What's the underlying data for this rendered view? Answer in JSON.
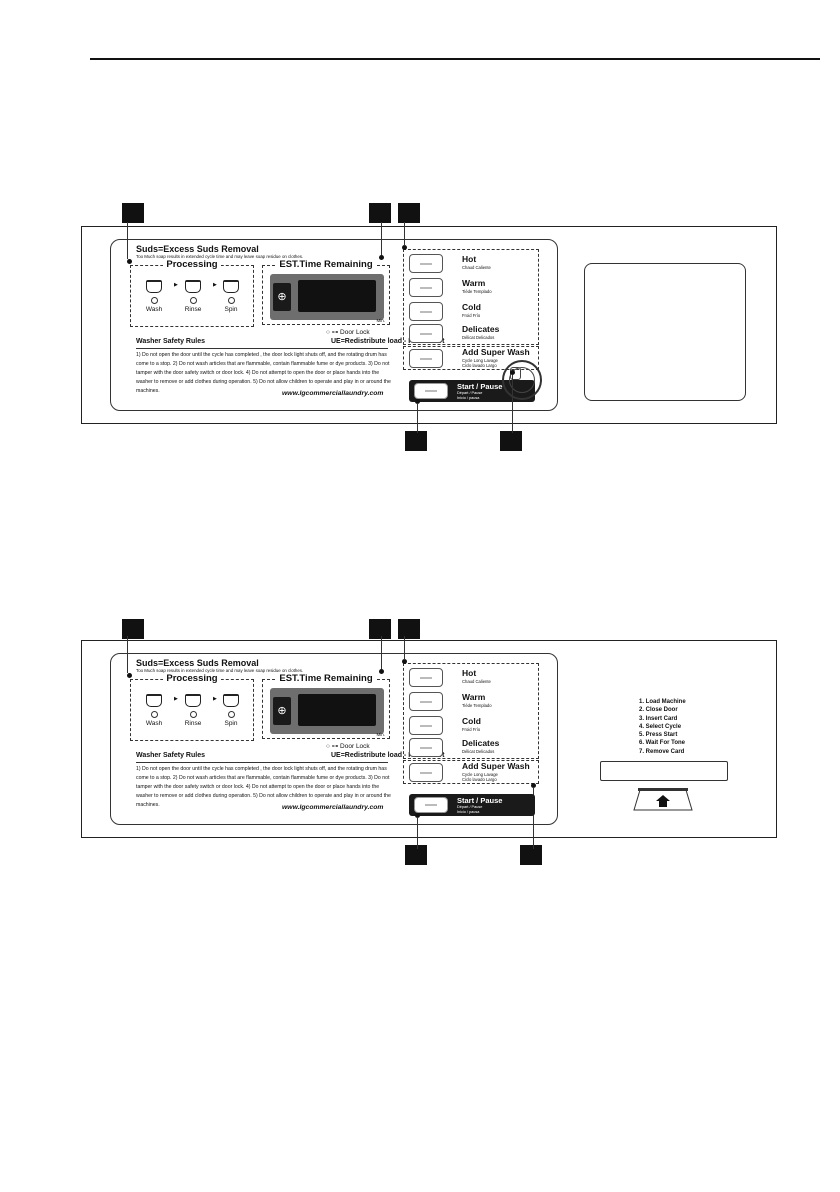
{
  "panel": {
    "suds_title": "Suds=Excess Suds Removal",
    "suds_subtitle": "Too Much soap results in extended cycle time and may leave soap residue on clothes.",
    "processing_title": "Processing",
    "steps": [
      "Wash",
      "Rinse",
      "Spin"
    ],
    "est_title": "EST.Time Remaining",
    "min_unit": "Min.",
    "door_lock": "Door Lock",
    "rules_title": "Washer Safety Rules",
    "ue_text": "UE=Redistribute load - Press start",
    "rules_body": "1) Do not open the door until the cycle has completed , the door lock light shuts off, and the rotating drum has come to a stop. 2) Do not wash articles that are flammable, contain flammable fume or dye products. 3) Do not tamper with the door safety switch or door lock. 4) Do not attempt to open the door or place hands into the washer to remove or add clothes during operation. 5) Do not allow children to operate and play in or around the machines.",
    "website": "www.lgcommerciallaundry.com",
    "buttons": [
      {
        "label": "Hot",
        "sub": "Chaud  Caliente"
      },
      {
        "label": "Warm",
        "sub": "Tiède  Templado"
      },
      {
        "label": "Cold",
        "sub": "Froid  Frío"
      },
      {
        "label": "Delicates",
        "sub": "Délicat  Delicados"
      }
    ],
    "super_wash": {
      "label": "Add Super Wash",
      "sub1": "Cycle Long Lavage",
      "sub2": "Ciclo lavado Largo"
    },
    "start": {
      "label": "Start / Pause",
      "sub1": "Départ / Pause",
      "sub2": "Inicio / pausa"
    }
  },
  "card_steps": [
    "1. Load Machine",
    "2. Close Door",
    "3. Insert Card",
    "4. Select Cycle",
    "5. Press Start",
    "6. Wait For Tone",
    "7. Remove Card"
  ],
  "colors": {
    "marker": "#111111",
    "display": "#6e6e6e",
    "start_bar": "#1a1a1a"
  }
}
